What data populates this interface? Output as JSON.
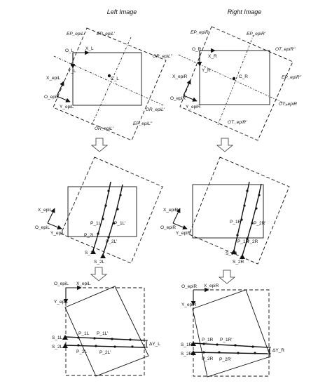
{
  "titles": {
    "left": "Left Image",
    "right": "Right Image"
  },
  "row1": {
    "left": {
      "ep_top": "EP_epiL",
      "ep_top_prime": "EP_epiL'",
      "o": "O_L",
      "x": "X_L",
      "y": "Y_L",
      "c": "C_L",
      "x_epi": "X_epiL",
      "o_epi": "O_epiL",
      "y_epi": "Y_epiL",
      "or_right": "OR_epiL''",
      "or_right_low": "OR_epiL'",
      "or_bottom": "OR_epiL'",
      "ep_bottom": "EP_epiL''"
    },
    "right": {
      "ep_top": "EP_epiR",
      "ep_top_prime": "EP_epiR'",
      "o": "O_R",
      "x": "X_R",
      "y": "Y_R",
      "c": "C_R",
      "x_epi": "X_epiR",
      "o_epi": "O_epiR",
      "y_epi": "Y_epiR",
      "ot_right": "OT_epiR''",
      "ep_right": "EP_epiR''",
      "ot_right_low": "OT_epiR",
      "ot_bottom": "OT_epiR'"
    }
  },
  "row2": {
    "left": {
      "x_epi": "X_epiL",
      "o_epi": "O_epiL",
      "y_epi": "Y_epiL",
      "p1": "P_1L",
      "p1p": "P_1L'",
      "p2": "P_2L",
      "p2p": "P_2L'",
      "s1": "S_1L",
      "s2": "S_2L"
    },
    "right": {
      "x_epi": "X_epiR",
      "o_epi": "O_epiR",
      "y_epi": "Y_epiR",
      "p1p": "P_1R'",
      "p2p": "P_2R'",
      "p1": "P_1R",
      "p2": "P_2R",
      "s1": "S_1R",
      "s2": "S_2R"
    }
  },
  "row3": {
    "left": {
      "o_epi": "O_epiL",
      "x_epi": "X_epiL",
      "y_epi": "Y_epiL",
      "s1": "S_1L",
      "s2": "S_2L",
      "p1": "P_1L",
      "p1p": "P_1L'",
      "p2": "P_2L",
      "p2p": "P_2L'",
      "dy": "ΔY_L"
    },
    "right": {
      "o_epi": "O_epiR",
      "x_epi": "X_epiR",
      "y_epi": "Y_epiR",
      "s1": "S_1R",
      "s2": "S_2R",
      "p1": "P_1R",
      "p1p": "P_1R'",
      "p2": "P_2R",
      "p2p": "P_2R'",
      "dy": "ΔY_R"
    }
  }
}
